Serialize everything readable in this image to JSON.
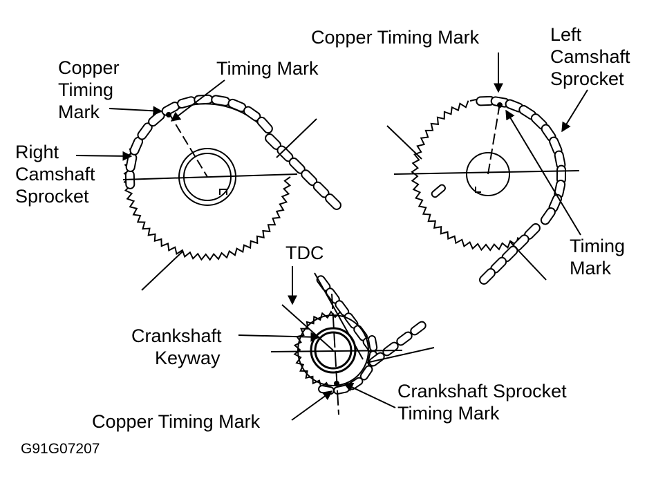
{
  "labels": {
    "right_sprocket": {
      "copper_timing_mark": [
        "Copper",
        "Timing",
        "Mark"
      ],
      "timing_mark": "Timing Mark",
      "sprocket": [
        "Right",
        "Camshaft",
        "Sprocket"
      ]
    },
    "left_sprocket": {
      "copper_timing_mark": "Copper Timing Mark",
      "sprocket": [
        "Left",
        "Camshaft",
        "Sprocket"
      ],
      "timing_mark": [
        "Timing",
        "Mark"
      ]
    },
    "crankshaft": {
      "tdc": "TDC",
      "keyway": [
        "Crankshaft",
        "Keyway"
      ],
      "sprocket_timing_mark": [
        "Crankshaft Sprocket",
        "Timing Mark"
      ],
      "copper_timing_mark": "Copper Timing Mark"
    },
    "figure_reference": "G91G07207"
  },
  "colors": {
    "ink": "#000000",
    "paper": "#ffffff"
  }
}
